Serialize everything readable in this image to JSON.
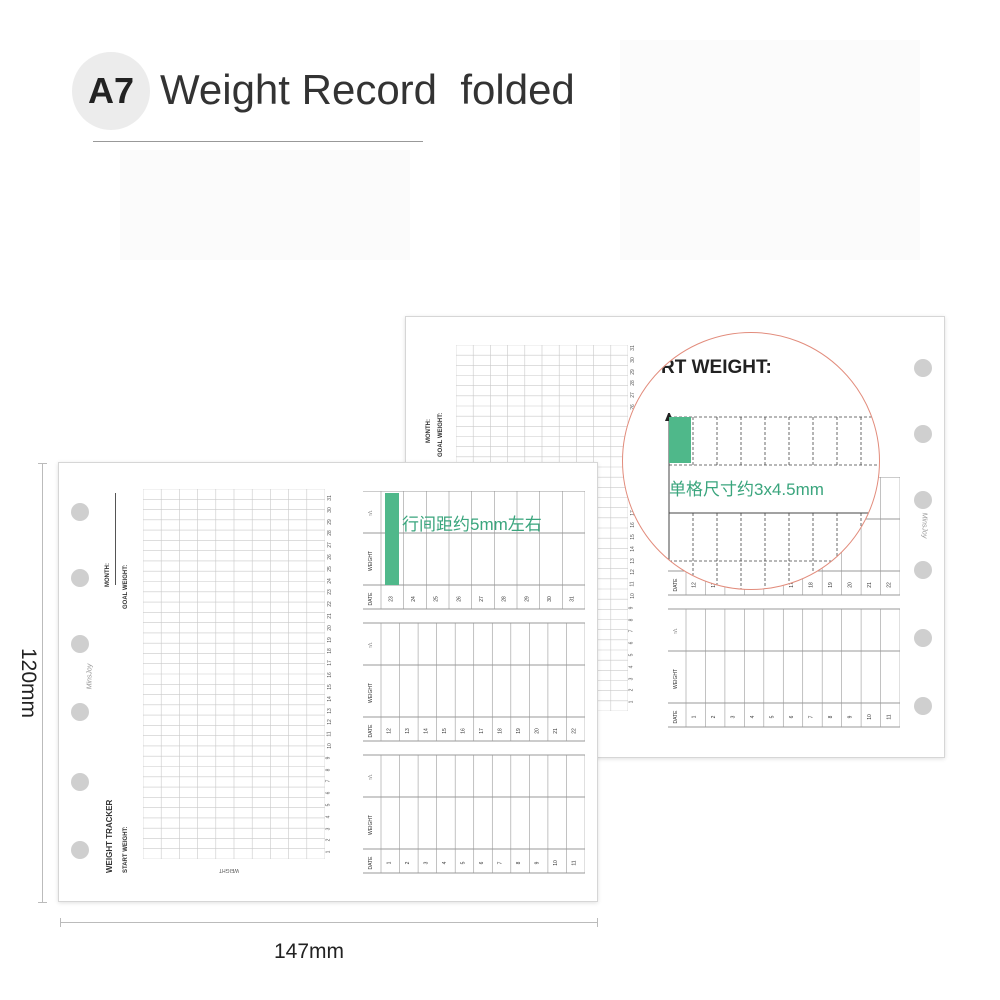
{
  "header": {
    "badge": "A7",
    "title": "Weight Record  folded"
  },
  "dimensions": {
    "height": "120mm",
    "width": "147mm"
  },
  "sheet": {
    "month_label": "MONTH:",
    "goal_label": "GOAL WEIGHT:",
    "start_label": "START WEIGHT:",
    "tracker_title": "WEIGHT TRACKER",
    "axis_label": "WEIGHT",
    "brand": "MinsJoy",
    "scale_numbers": [
      "1",
      "2",
      "3",
      "4",
      "5",
      "6",
      "7",
      "8",
      "9",
      "10",
      "11",
      "12",
      "13",
      "14",
      "15",
      "16",
      "17",
      "18",
      "19",
      "20",
      "21",
      "22",
      "23",
      "24",
      "25",
      "26",
      "27",
      "28",
      "29",
      "30",
      "31"
    ],
    "table_labels": {
      "date": "DATE",
      "weight": "WEIGHT",
      "updown": "↑/↓"
    },
    "front_tables": [
      [
        "23",
        "24",
        "25",
        "26",
        "27",
        "28",
        "29",
        "30",
        "31"
      ],
      [
        "12",
        "13",
        "14",
        "15",
        "16",
        "17",
        "18",
        "19",
        "20",
        "21",
        "22"
      ],
      [
        "1",
        "2",
        "3",
        "4",
        "5",
        "6",
        "7",
        "8",
        "9",
        "10",
        "11"
      ]
    ],
    "back_tables": [
      [
        "12",
        "13",
        "14",
        "15",
        "16",
        "17",
        "18",
        "19",
        "20",
        "21",
        "22"
      ],
      [
        "1",
        "2",
        "3",
        "4",
        "5",
        "6",
        "7",
        "8",
        "9",
        "10",
        "11"
      ]
    ]
  },
  "callouts": {
    "line_spacing": "行间距约5mm左右",
    "cell_size": "单格尺寸约3x4.5mm",
    "magnifier_title": "RT WEIGHT:"
  },
  "colors": {
    "accent_green": "#4fb88a",
    "callout_text": "#3aa57d",
    "magnifier_ring": "#e28c7c"
  }
}
